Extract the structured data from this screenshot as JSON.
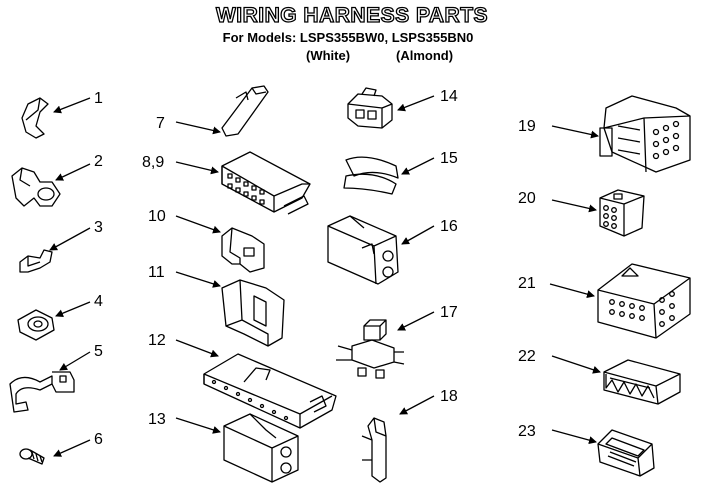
{
  "header": {
    "title": "WIRING HARNESS PARTS",
    "models": "For Models: LSPS355BW0, LSPS355BN0",
    "color_white": "(White)",
    "color_almond": "(Almond)"
  },
  "callouts": [
    "1",
    "2",
    "3",
    "4",
    "5",
    "6",
    "7",
    "8,9",
    "10",
    "11",
    "12",
    "13",
    "14",
    "15",
    "16",
    "17",
    "18",
    "19",
    "20",
    "21",
    "22",
    "23"
  ]
}
